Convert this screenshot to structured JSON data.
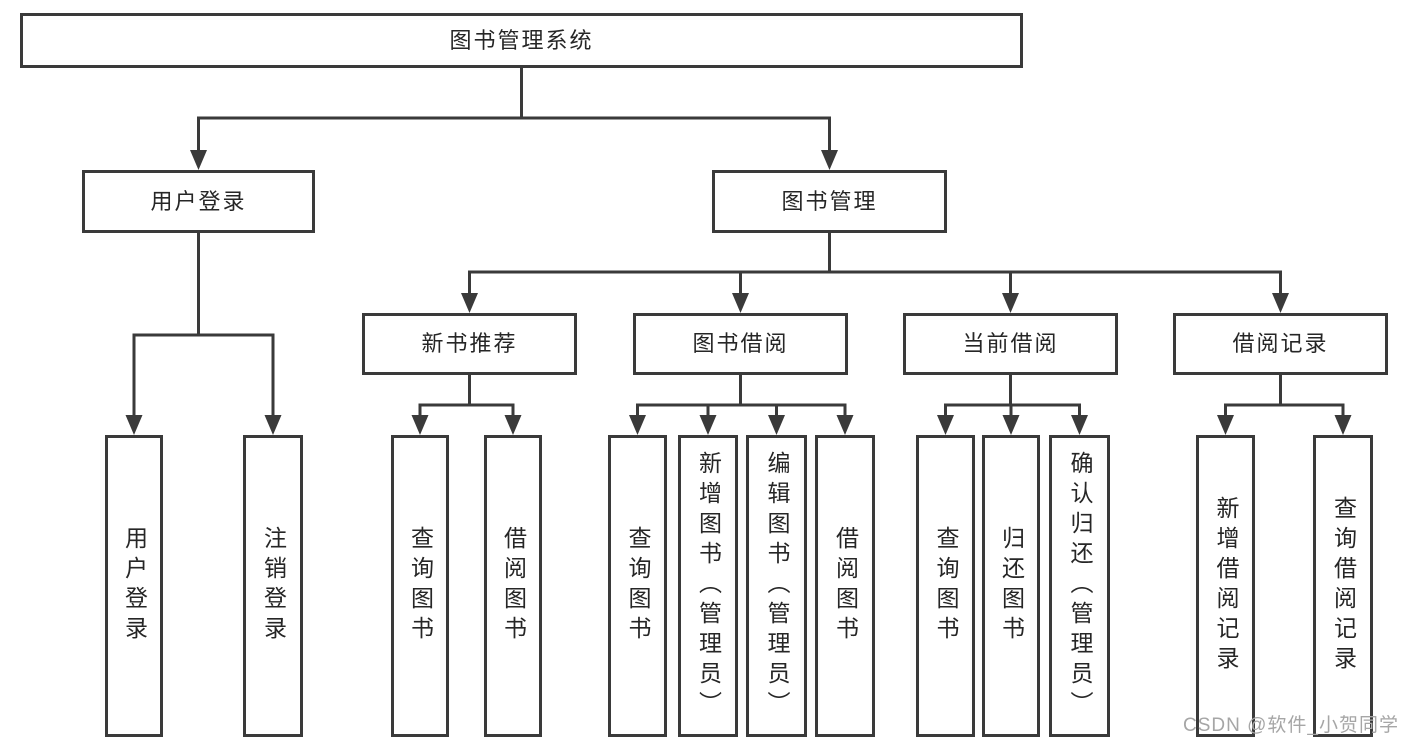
{
  "diagram": {
    "title": "图书管理系统",
    "level2": {
      "user_login": "用户登录",
      "book_mgmt": "图书管理"
    },
    "level3": {
      "new_books": "新书推荐",
      "book_borrow": "图书借阅",
      "current_borrow": "当前借阅",
      "borrow_records": "借阅记录"
    },
    "leaves": {
      "user_login": [
        "用户登录",
        "注销登录"
      ],
      "new_books": [
        "查询图书",
        "借阅图书"
      ],
      "book_borrow": [
        "查询图书",
        "新增图书（管理员）",
        "编辑图书（管理员）",
        "借阅图书"
      ],
      "current_borrow": [
        "查询图书",
        "归还图书",
        "确认归还（管理员）"
      ],
      "borrow_records": [
        "新增借阅记录",
        "查询借阅记录"
      ]
    }
  },
  "watermark": "CSDN @软件_小贺同学",
  "colors": {
    "line": "#3a3a3a",
    "text": "#262626",
    "watermark": "#a6a6a6",
    "background": "#ffffff"
  }
}
